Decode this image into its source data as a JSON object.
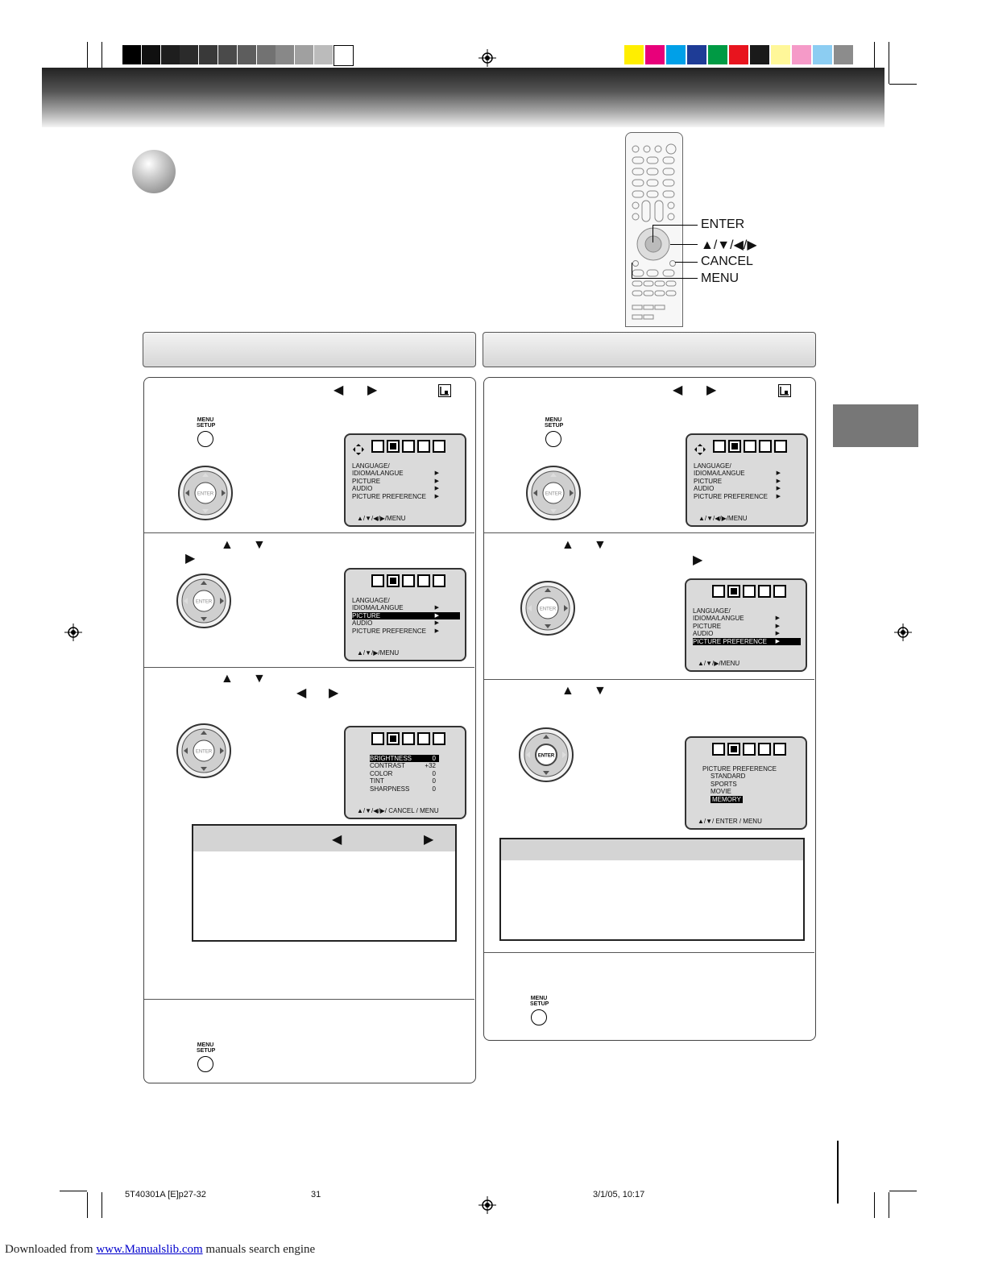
{
  "remote_labels": {
    "enter": "ENTER",
    "arrows": "▲/▼/◀/▶",
    "cancel": "CANCEL",
    "menu": "MENU"
  },
  "buttons": {
    "menu_setup_line1": "MENU",
    "menu_setup_line2": "SETUP",
    "enter": "ENTER"
  },
  "osd": {
    "main_menu": {
      "lines": [
        "LANGUAGE/",
        "   IDIOMA/LANGUE",
        "PICTURE",
        "AUDIO",
        "PICTURE  PREFERENCE"
      ],
      "footer": "▲/▼/◀/▶/MENU"
    },
    "picture_selected_footer": "▲/▼/▶/MENU",
    "picture_adjust": {
      "rows": [
        {
          "label": "BRIGHTNESS",
          "value": "0"
        },
        {
          "label": "CONTRAST",
          "value": "+32"
        },
        {
          "label": "COLOR",
          "value": "0"
        },
        {
          "label": "TINT",
          "value": "0"
        },
        {
          "label": "SHARPNESS",
          "value": "0"
        }
      ],
      "footer": "▲/▼/◀/▶/ CANCEL / MENU"
    },
    "preference": {
      "title": "PICTURE PREFERENCE",
      "options": [
        "STANDARD",
        "SPORTS",
        "MOVIE",
        "MEMORY"
      ],
      "footer": "▲/▼/ ENTER / MENU"
    }
  },
  "footer": {
    "file": "5T40301A [E]p27-32",
    "page": "31",
    "date": "3/1/05, 10:17",
    "downloaded_prefix": "Downloaded from ",
    "site_link": "www.Manualslib.com",
    "suffix": " manuals search engine"
  },
  "colors": {
    "gray_strip": [
      "#000000",
      "#101010",
      "#1e1e1e",
      "#2b2b2b",
      "#393939",
      "#4a4a4a",
      "#5d5d5d",
      "#727272",
      "#888888",
      "#a0a0a0",
      "#bbbbbb",
      "#ffffff"
    ],
    "color_strip": [
      "#ffee00",
      "#e8007a",
      "#00a0e8",
      "#1e3c96",
      "#009a44",
      "#e8141e",
      "#1a1a1a",
      "#fff799",
      "#f59ac8",
      "#8ccdf2",
      "#8c8c8c"
    ]
  }
}
